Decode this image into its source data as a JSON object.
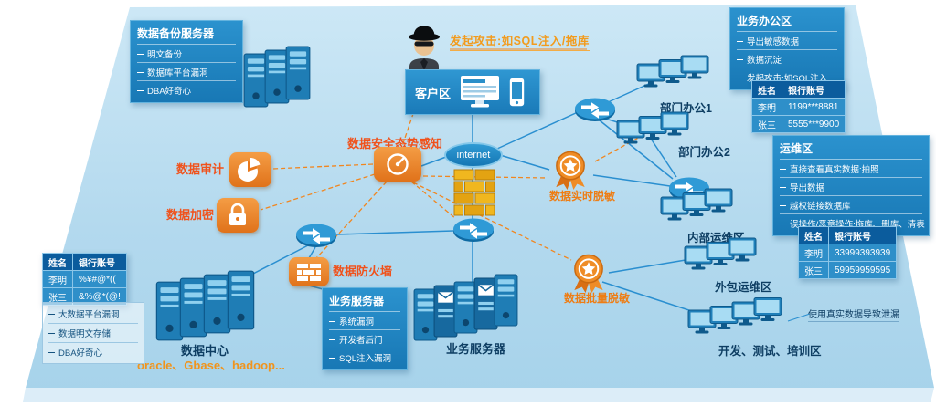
{
  "attacker": {
    "label": "发起攻击:如SQL注入/拖库"
  },
  "client": {
    "title": "客户区"
  },
  "internet": {
    "label": "internet"
  },
  "modules": {
    "awareness": "数据安全态势感知",
    "audit": "数据审计",
    "encryption": "数据加密",
    "firewall": "数据防火墙",
    "masking_realtime": "数据实时脱敏",
    "masking_batch": "数据批量脱敏"
  },
  "backup_box": {
    "title": "数据备份服务器",
    "items": [
      "明文备份",
      "数据库平台漏洞",
      "DBA好奇心"
    ]
  },
  "office_box": {
    "title": "业务办公区",
    "items": [
      "导出敏感数据",
      "数据沉淀",
      "发起攻击:如SQL注入"
    ],
    "table": {
      "name_header": "姓名",
      "account_header": "银行账号",
      "rows": [
        {
          "name": "李明",
          "account": "1199***8881"
        },
        {
          "name": "张三",
          "account": "5555***9900"
        }
      ]
    }
  },
  "ops_box": {
    "title": "运维区",
    "items": [
      "直接查看真实数据:拍照",
      "导出数据",
      "越权链接数据库",
      "误操作/恶意操作:拖库、删库、清表"
    ],
    "table": {
      "name_header": "姓名",
      "account_header": "银行账号",
      "rows": [
        {
          "name": "李明",
          "account": "33999393939"
        },
        {
          "name": "张三",
          "account": "59959959595"
        }
      ]
    }
  },
  "datacenter": {
    "label": "数据中心",
    "tech": "oracle、Gbase、hadoop...",
    "table": {
      "name_header": "姓名",
      "account_header": "银行账号",
      "rows": [
        {
          "name": "李明",
          "account": "%¥#@*(("
        },
        {
          "name": "张三",
          "account": "&%@*(@!"
        }
      ]
    },
    "risks": [
      "大数据平台漏洞",
      "数据明文存储",
      "DBA好奇心"
    ]
  },
  "bizserver_box": {
    "title": "业务服务器",
    "items": [
      "系统漏洞",
      "开发者后门",
      "SQL注入漏洞"
    ]
  },
  "bizserver": {
    "label": "业务服务器"
  },
  "zones": {
    "dept1": "部门办公1",
    "dept2": "部门办公2",
    "internal_ops": "内部运维区",
    "outsourced_ops": "外包运维区",
    "devtest": "开发、测试、培训区",
    "devtest_note": "使用真实数据导致泄漏"
  },
  "colors": {
    "accent_orange": "#f29b1d",
    "module_red": "#f0521c",
    "box_blue": "#1e88c6",
    "platform_blue": "#b5dcf1",
    "firewall_gold": "#edb11f"
  }
}
